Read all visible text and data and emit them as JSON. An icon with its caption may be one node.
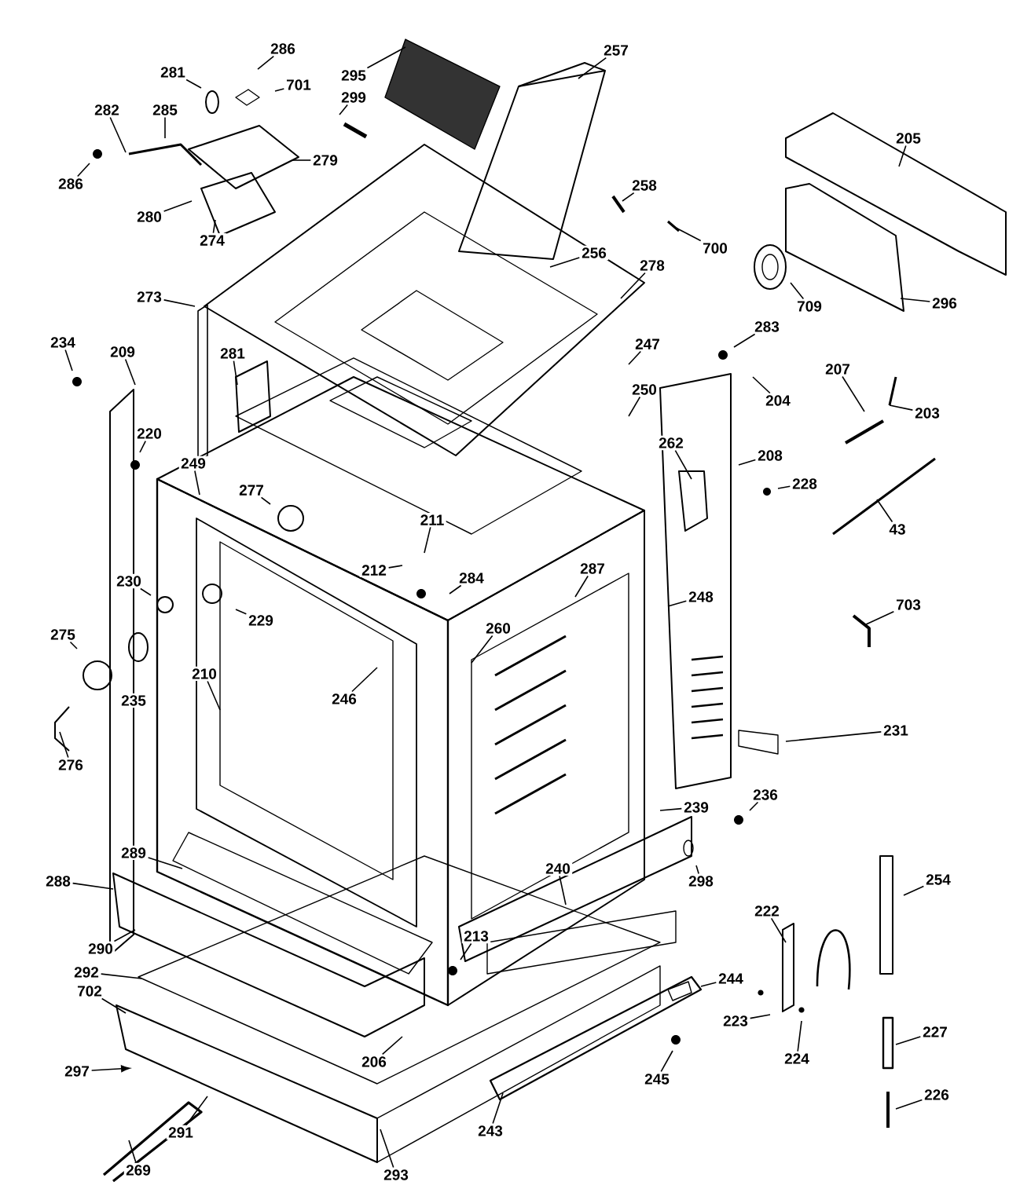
{
  "diagram": {
    "nodes": [
      {
        "text": [
          "295"
        ]
      },
      {
        "text": [
          "257"
        ]
      },
      {
        "text": [
          "286"
        ]
      },
      {
        "text": [
          "701"
        ]
      },
      {
        "text": [
          "281"
        ]
      },
      {
        "text": [
          "299"
        ]
      },
      {
        "text": [
          "282"
        ]
      },
      {
        "text": [
          "285"
        ]
      },
      {
        "text": [
          "279"
        ]
      },
      {
        "text": [
          "286"
        ]
      },
      {
        "text": [
          "280"
        ]
      },
      {
        "text": [
          "274"
        ]
      },
      {
        "text": [
          "258"
        ]
      },
      {
        "text": [
          "700"
        ]
      },
      {
        "text": [
          "256"
        ]
      },
      {
        "text": [
          "278"
        ]
      },
      {
        "text": [
          "205"
        ]
      },
      {
        "text": [
          "709"
        ]
      },
      {
        "text": [
          "296"
        ]
      },
      {
        "text": [
          "273"
        ]
      },
      {
        "text": [
          "234"
        ]
      },
      {
        "text": [
          "209"
        ]
      },
      {
        "text": [
          "281"
        ]
      },
      {
        "text": [
          "283"
        ]
      },
      {
        "text": [
          "247"
        ]
      },
      {
        "text": [
          "250"
        ]
      },
      {
        "text": [
          "204"
        ]
      },
      {
        "text": [
          "207"
        ]
      },
      {
        "text": [
          "203"
        ]
      },
      {
        "text": [
          "220"
        ]
      },
      {
        "text": [
          "249"
        ]
      },
      {
        "text": [
          "262"
        ]
      },
      {
        "text": [
          "208"
        ]
      },
      {
        "text": [
          "228"
        ]
      },
      {
        "text": [
          "277"
        ]
      },
      {
        "text": [
          "43"
        ]
      },
      {
        "text": [
          "211"
        ]
      },
      {
        "text": [
          "212"
        ]
      },
      {
        "text": [
          "284"
        ]
      },
      {
        "text": [
          "287"
        ]
      },
      {
        "text": [
          "230"
        ]
      },
      {
        "text": [
          "229"
        ]
      },
      {
        "text": [
          "248"
        ]
      },
      {
        "text": [
          "703"
        ]
      },
      {
        "text": [
          "275"
        ]
      },
      {
        "text": [
          "235"
        ]
      },
      {
        "text": [
          "210"
        ]
      },
      {
        "text": [
          "260"
        ]
      },
      {
        "text": [
          "246"
        ]
      },
      {
        "text": [
          "276"
        ]
      },
      {
        "text": [
          "231"
        ]
      },
      {
        "text": [
          "236"
        ]
      },
      {
        "text": [
          "239"
        ]
      },
      {
        "text": [
          "289"
        ]
      },
      {
        "text": [
          "288"
        ]
      },
      {
        "text": [
          "298"
        ]
      },
      {
        "text": [
          "240"
        ]
      },
      {
        "text": [
          "222"
        ]
      },
      {
        "text": [
          "254"
        ]
      },
      {
        "text": [
          "213"
        ]
      },
      {
        "text": [
          "290"
        ]
      },
      {
        "text": [
          "292"
        ]
      },
      {
        "text": [
          "244"
        ]
      },
      {
        "text": [
          "702"
        ]
      },
      {
        "text": [
          "223"
        ]
      },
      {
        "text": [
          "227"
        ]
      },
      {
        "text": [
          "206"
        ]
      },
      {
        "text": [
          "224"
        ]
      },
      {
        "text": [
          "297"
        ]
      },
      {
        "text": [
          "245"
        ]
      },
      {
        "text": [
          "226"
        ]
      },
      {
        "text": [
          "291"
        ]
      },
      {
        "text": [
          "243"
        ]
      },
      {
        "text": [
          "269"
        ]
      },
      {
        "text": [
          "293"
        ]
      }
    ],
    "edges": [
      {
        "from": 0,
        "to": null,
        "arrow": "none"
      },
      {
        "from": 1,
        "to": null,
        "arrow": "none"
      },
      {
        "from": 2,
        "to": null,
        "arrow": "none"
      },
      {
        "from": 3,
        "to": null,
        "arrow": "none"
      },
      {
        "from": 4,
        "to": null,
        "arrow": "none"
      },
      {
        "from": 5,
        "to": null,
        "arrow": "none"
      },
      {
        "from": 6,
        "to": null,
        "arrow": "none"
      },
      {
        "from": 7,
        "to": null,
        "arrow": "none"
      },
      {
        "from": 8,
        "to": null,
        "arrow": "none"
      },
      {
        "from": 9,
        "to": null,
        "arrow": "none"
      },
      {
        "from": 10,
        "to": null,
        "arrow": "none"
      },
      {
        "from": 11,
        "to": null,
        "arrow": "none"
      },
      {
        "from": 12,
        "to": null,
        "arrow": "none"
      },
      {
        "from": 13,
        "to": null,
        "arrow": "none"
      },
      {
        "from": 14,
        "to": null,
        "arrow": "none"
      },
      {
        "from": 15,
        "to": null,
        "arrow": "none"
      },
      {
        "from": 16,
        "to": null,
        "arrow": "none"
      },
      {
        "from": 17,
        "to": null,
        "arrow": "none"
      },
      {
        "from": 18,
        "to": null,
        "arrow": "none"
      },
      {
        "from": 19,
        "to": null,
        "arrow": "none"
      },
      {
        "from": 20,
        "to": null,
        "arrow": "none"
      },
      {
        "from": 21,
        "to": null,
        "arrow": "none"
      },
      {
        "from": 22,
        "to": null,
        "arrow": "none"
      },
      {
        "from": 23,
        "to": null,
        "arrow": "none"
      },
      {
        "from": 24,
        "to": null,
        "arrow": "none"
      },
      {
        "from": 25,
        "to": null,
        "arrow": "none"
      },
      {
        "from": 26,
        "to": null,
        "arrow": "none"
      },
      {
        "from": 27,
        "to": null,
        "arrow": "none"
      },
      {
        "from": 28,
        "to": null,
        "arrow": "none"
      },
      {
        "from": 29,
        "to": null,
        "arrow": "none"
      },
      {
        "from": 30,
        "to": null,
        "arrow": "none"
      },
      {
        "from": 31,
        "to": null,
        "arrow": "none"
      },
      {
        "from": 32,
        "to": null,
        "arrow": "none"
      },
      {
        "from": 33,
        "to": null,
        "arrow": "none"
      },
      {
        "from": 34,
        "to": null,
        "arrow": "none"
      },
      {
        "from": 35,
        "to": null,
        "arrow": "none"
      },
      {
        "from": 36,
        "to": null,
        "arrow": "none"
      },
      {
        "from": 37,
        "to": null,
        "arrow": "none"
      },
      {
        "from": 38,
        "to": null,
        "arrow": "none"
      },
      {
        "from": 39,
        "to": null,
        "arrow": "none"
      },
      {
        "from": 40,
        "to": null,
        "arrow": "none"
      },
      {
        "from": 41,
        "to": null,
        "arrow": "none"
      },
      {
        "from": 42,
        "to": null,
        "arrow": "none"
      },
      {
        "from": 43,
        "to": null,
        "arrow": "none"
      },
      {
        "from": 44,
        "to": null,
        "arrow": "none"
      },
      {
        "from": 45,
        "to": null,
        "arrow": "none"
      },
      {
        "from": 46,
        "to": null,
        "arrow": "none"
      },
      {
        "from": 47,
        "to": null,
        "arrow": "none"
      },
      {
        "from": 48,
        "to": null,
        "arrow": "none"
      },
      {
        "from": 49,
        "to": null,
        "arrow": "none"
      },
      {
        "from": 50,
        "to": null,
        "arrow": "none"
      },
      {
        "from": 51,
        "to": null,
        "arrow": "none"
      },
      {
        "from": 52,
        "to": null,
        "arrow": "none"
      },
      {
        "from": 53,
        "to": null,
        "arrow": "none"
      },
      {
        "from": 54,
        "to": null,
        "arrow": "none"
      },
      {
        "from": 55,
        "to": null,
        "arrow": "none"
      },
      {
        "from": 56,
        "to": null,
        "arrow": "none"
      },
      {
        "from": 57,
        "to": null,
        "arrow": "none"
      },
      {
        "from": 58,
        "to": null,
        "arrow": "none"
      },
      {
        "from": 59,
        "to": null,
        "arrow": "none"
      },
      {
        "from": 60,
        "to": null,
        "arrow": "none"
      },
      {
        "from": 61,
        "to": null,
        "arrow": "none"
      },
      {
        "from": 62,
        "to": null,
        "arrow": "none"
      },
      {
        "from": 63,
        "to": null,
        "arrow": "none"
      },
      {
        "from": 64,
        "to": null,
        "arrow": "none"
      },
      {
        "from": 65,
        "to": null,
        "arrow": "none"
      },
      {
        "from": 66,
        "to": null,
        "arrow": "none"
      },
      {
        "from": 67,
        "to": null,
        "arrow": "none"
      },
      {
        "from": 68,
        "to": null,
        "arrow": "to"
      },
      {
        "from": 69,
        "to": null,
        "arrow": "none"
      },
      {
        "from": 70,
        "to": null,
        "arrow": "none"
      },
      {
        "from": 71,
        "to": null,
        "arrow": "none"
      },
      {
        "from": 72,
        "to": null,
        "arrow": "none"
      },
      {
        "from": 73,
        "to": null,
        "arrow": "none"
      },
      {
        "from": 74,
        "to": null,
        "arrow": "none"
      }
    ]
  }
}
